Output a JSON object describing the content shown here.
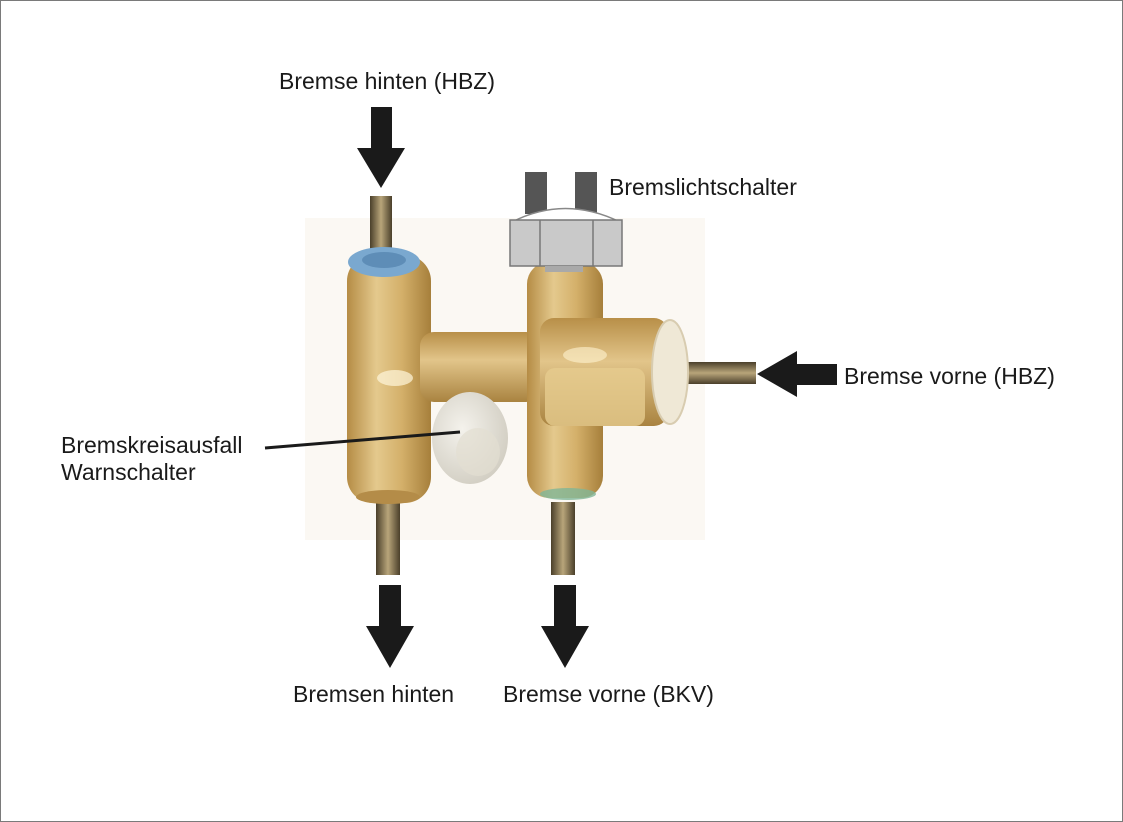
{
  "labels": {
    "bremse_hinten_hbz": "Bremse hinten (HBZ)",
    "bremslichtschalter": "Bremslichtschalter",
    "bremse_vorne_hbz": "Bremse vorne (HBZ)",
    "warnschalter_line1": "Bremskreisausfall",
    "warnschalter_line2": "Warnschalter",
    "bremsen_hinten": "Bremsen hinten",
    "bremse_vorne_bkv": "Bremse vorne (BKV)"
  },
  "colors": {
    "brass": "#c9a45a",
    "brass_light": "#e6cf93",
    "brass_dark": "#a8803c",
    "arrow": "#1a1a1a",
    "pipe": "#8c7a52",
    "switch_grey": "#c8c8c8",
    "blue_cap": "#6f9fc9"
  }
}
